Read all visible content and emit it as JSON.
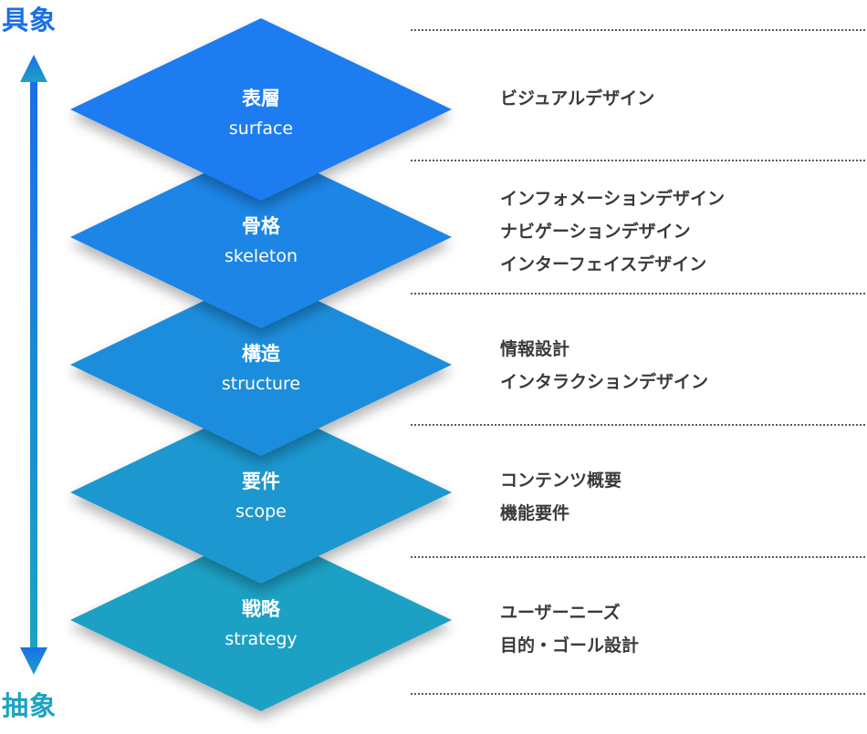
{
  "axis": {
    "top_label": "具象",
    "bottom_label": "抽象",
    "color_top": "#1a6fe8",
    "color_bottom": "#1ba3c4"
  },
  "layers": [
    {
      "name": "表層",
      "en": "surface",
      "color": "#1b7bf0",
      "items": [
        "ビジュアルデザイン"
      ]
    },
    {
      "name": "骨格",
      "en": "skeleton",
      "color": "#1a85e6",
      "items": [
        "インフォメーションデザイン",
        "ナビゲーションデザイン",
        "インターフェイスデザイン"
      ]
    },
    {
      "name": "構造",
      "en": "structure",
      "color": "#1a8ddc",
      "items": [
        "情報設計",
        "インタラクションデザイン"
      ]
    },
    {
      "name": "要件",
      "en": "scope",
      "color": "#1a97d0",
      "items": [
        "コンテンツ概要",
        "機能要件"
      ]
    },
    {
      "name": "戦略",
      "en": "strategy",
      "color": "#1aa1c4",
      "items": [
        "ユーザーニーズ",
        "目的・ゴール設計"
      ]
    }
  ]
}
